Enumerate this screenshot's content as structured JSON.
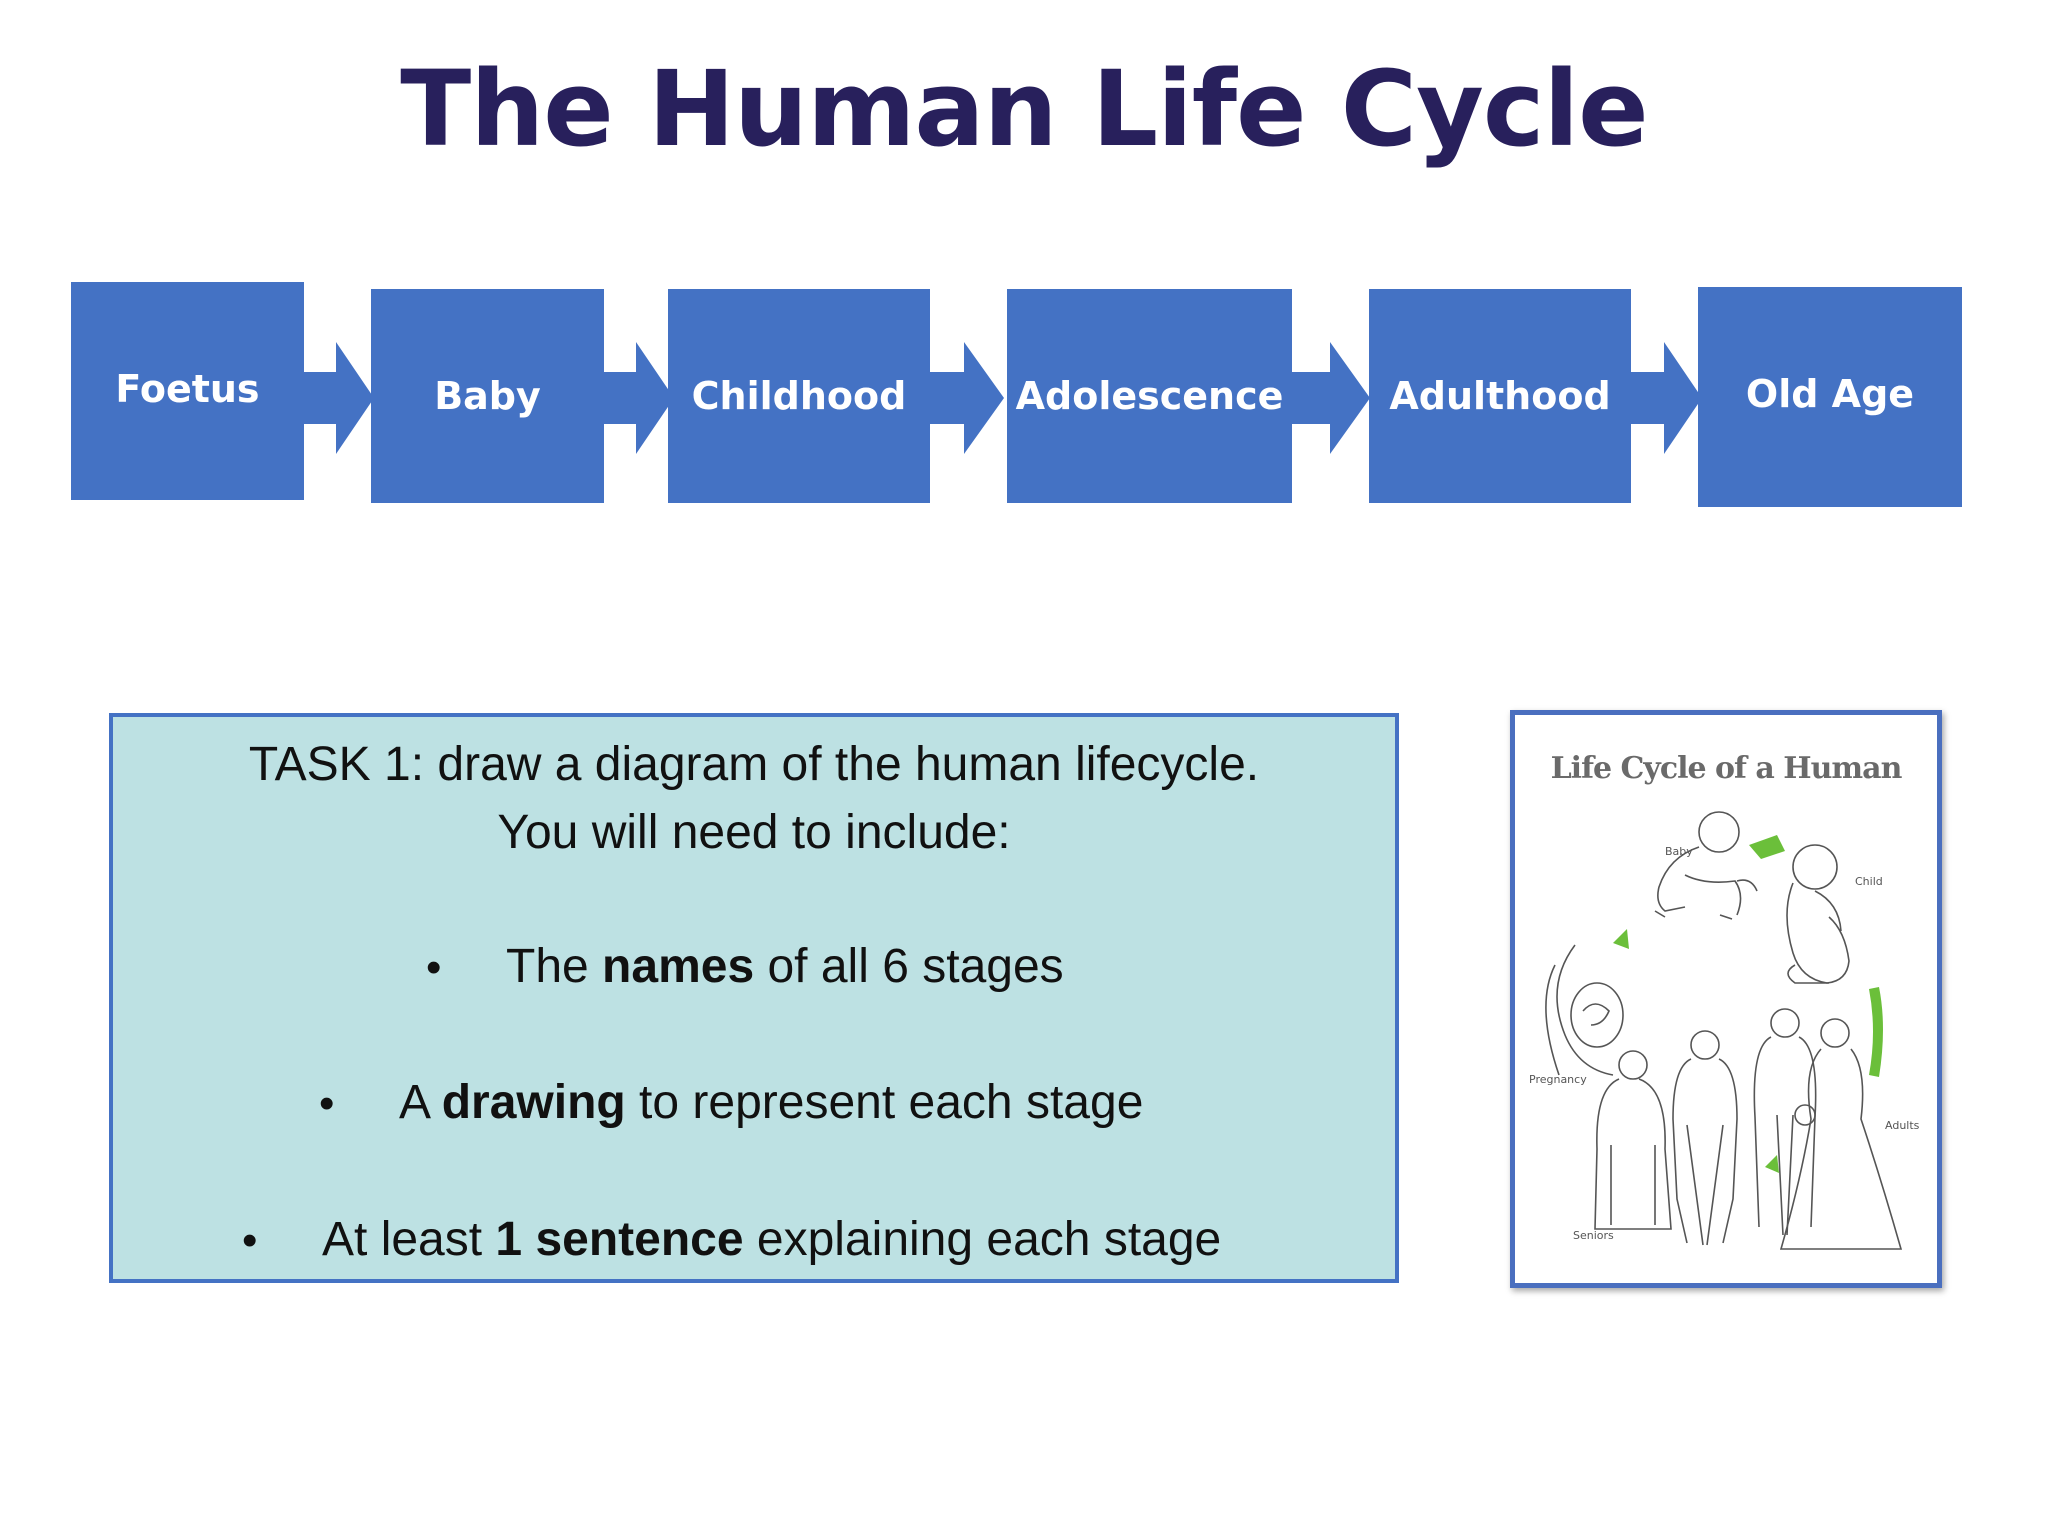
{
  "title": "The Human Life Cycle",
  "stages": [
    "Foetus",
    "Baby",
    "Childhood",
    "Adolescence",
    "Adulthood",
    "Old Age"
  ],
  "colors": {
    "stage_fill": "#4472c4",
    "title": "#28205c",
    "task_bg": "#bde1e3",
    "cycle_arrow": "#6bbf3a"
  },
  "task": {
    "line1": "TASK 1: draw a diagram of the human lifecycle.",
    "line2": "You will need to include:",
    "bullets": [
      {
        "pre": "The ",
        "bold": "names",
        "post": " of all 6 stages"
      },
      {
        "pre": "A ",
        "bold": "drawing",
        "post": " to represent each stage"
      },
      {
        "pre": "At least ",
        "bold": "1 sentence",
        "post": " explaining each stage"
      }
    ]
  },
  "worksheet": {
    "title": "Life Cycle of a Human",
    "labels": [
      "Baby",
      "Child",
      "Pregnancy",
      "Adults",
      "Seniors"
    ]
  }
}
